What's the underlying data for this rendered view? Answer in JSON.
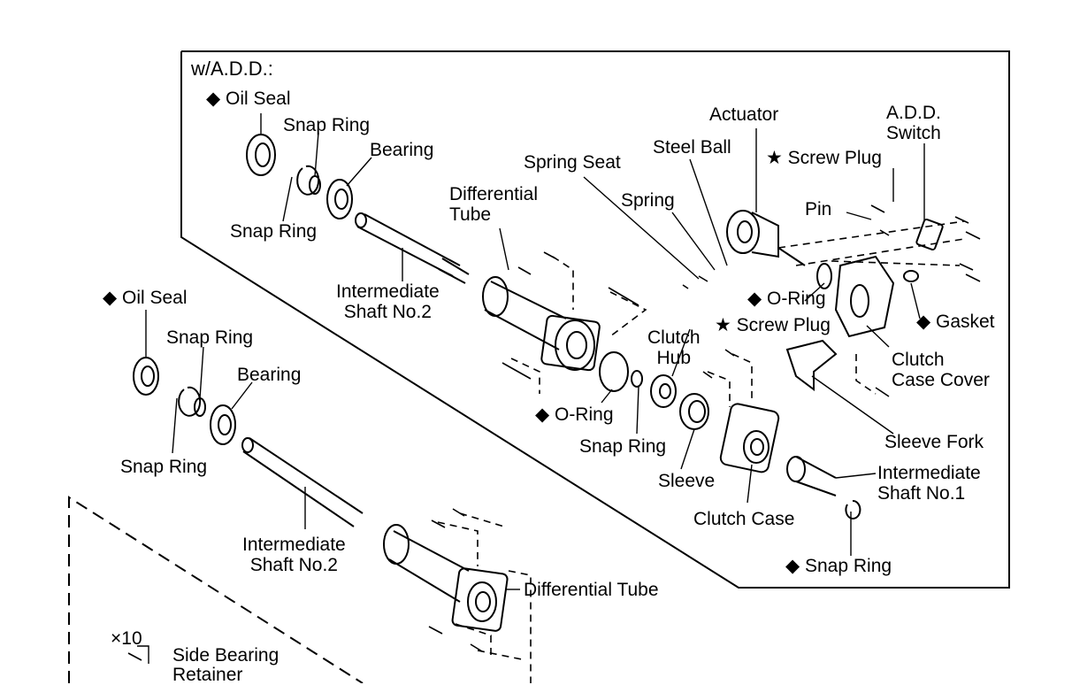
{
  "frame_title": "w/A.D.D.:",
  "labels": {
    "oil_seal_top": "◆ Oil Seal",
    "snap_ring_top_a": "Snap Ring",
    "bearing_top": "Bearing",
    "snap_ring_top_b": "Snap Ring",
    "intermediate_shaft2_top": "Intermediate\nShaft No.2",
    "differential_tube_top": "Differential\nTube",
    "spring_seat": "Spring Seat",
    "spring": "Spring",
    "steel_ball": "Steel Ball",
    "actuator": "Actuator",
    "add_switch": "A.D.D.\nSwitch",
    "screw_plug_a": "★ Screw Plug",
    "pin": "Pin",
    "o_ring_right": "◆ O-Ring",
    "screw_plug_b": "★ Screw Plug",
    "gasket": "◆ Gasket",
    "clutch_hub": "Clutch\nHub",
    "clutch_case_cover": "Clutch\nCase Cover",
    "o_ring_mid": "◆ O-Ring",
    "snap_ring_mid": "Snap Ring",
    "sleeve": "Sleeve",
    "sleeve_fork": "Sleeve Fork",
    "intermediate_shaft1": "Intermediate\nShaft No.1",
    "clutch_case": "Clutch Case",
    "snap_ring_bottom": "◆ Snap Ring",
    "oil_seal_left": "◆ Oil Seal",
    "snap_ring_left_a": "Snap Ring",
    "bearing_left": "Bearing",
    "snap_ring_left_b": "Snap Ring",
    "intermediate_shaft2_bottom": "Intermediate\nShaft No.2",
    "differential_tube_bottom": "Differential Tube",
    "qty": "×10",
    "side_bearing_retainer": "Side Bearing\nRetainer"
  }
}
